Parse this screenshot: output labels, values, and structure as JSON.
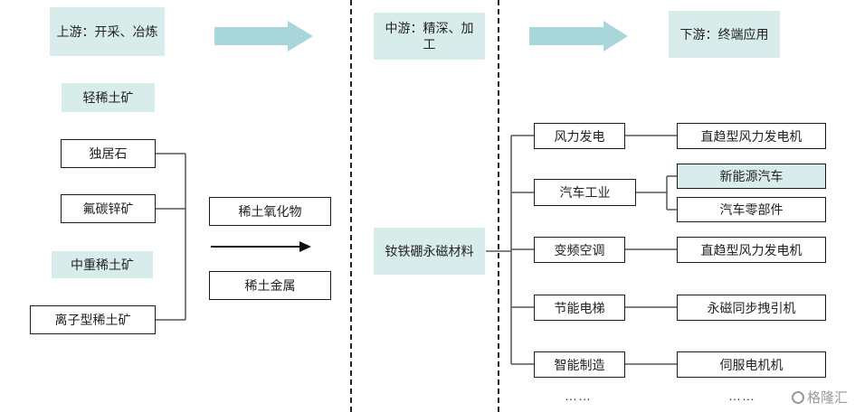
{
  "stages": {
    "upstream": "上游：开采、冶炼",
    "midstream": "中游：精深、加工",
    "downstream": "下游：终端应用"
  },
  "upstream": {
    "light_label": "轻稀土矿",
    "light_items": [
      "独居石",
      "氟碳锌矿"
    ],
    "medium_label": "中重稀土矿",
    "medium_items": [
      "离子型稀土矿"
    ],
    "products": [
      "稀土氧化物",
      "稀土金属"
    ]
  },
  "midstream": {
    "material": "钕铁硼永磁材料"
  },
  "industries": [
    "风力发电",
    "汽车工业",
    "变频空调",
    "节能电梯",
    "智能制造"
  ],
  "applications": [
    "直趋型风力发电机",
    "新能源汽车",
    "汽车零部件",
    "直趋型风力发电机",
    "永磁同步拽引机",
    "伺服电机机"
  ],
  "ellipsis": "……",
  "watermark": "格隆汇",
  "colors": {
    "tint": "#d9ecec",
    "arrow": "#a9d6da",
    "line": "#555555"
  }
}
